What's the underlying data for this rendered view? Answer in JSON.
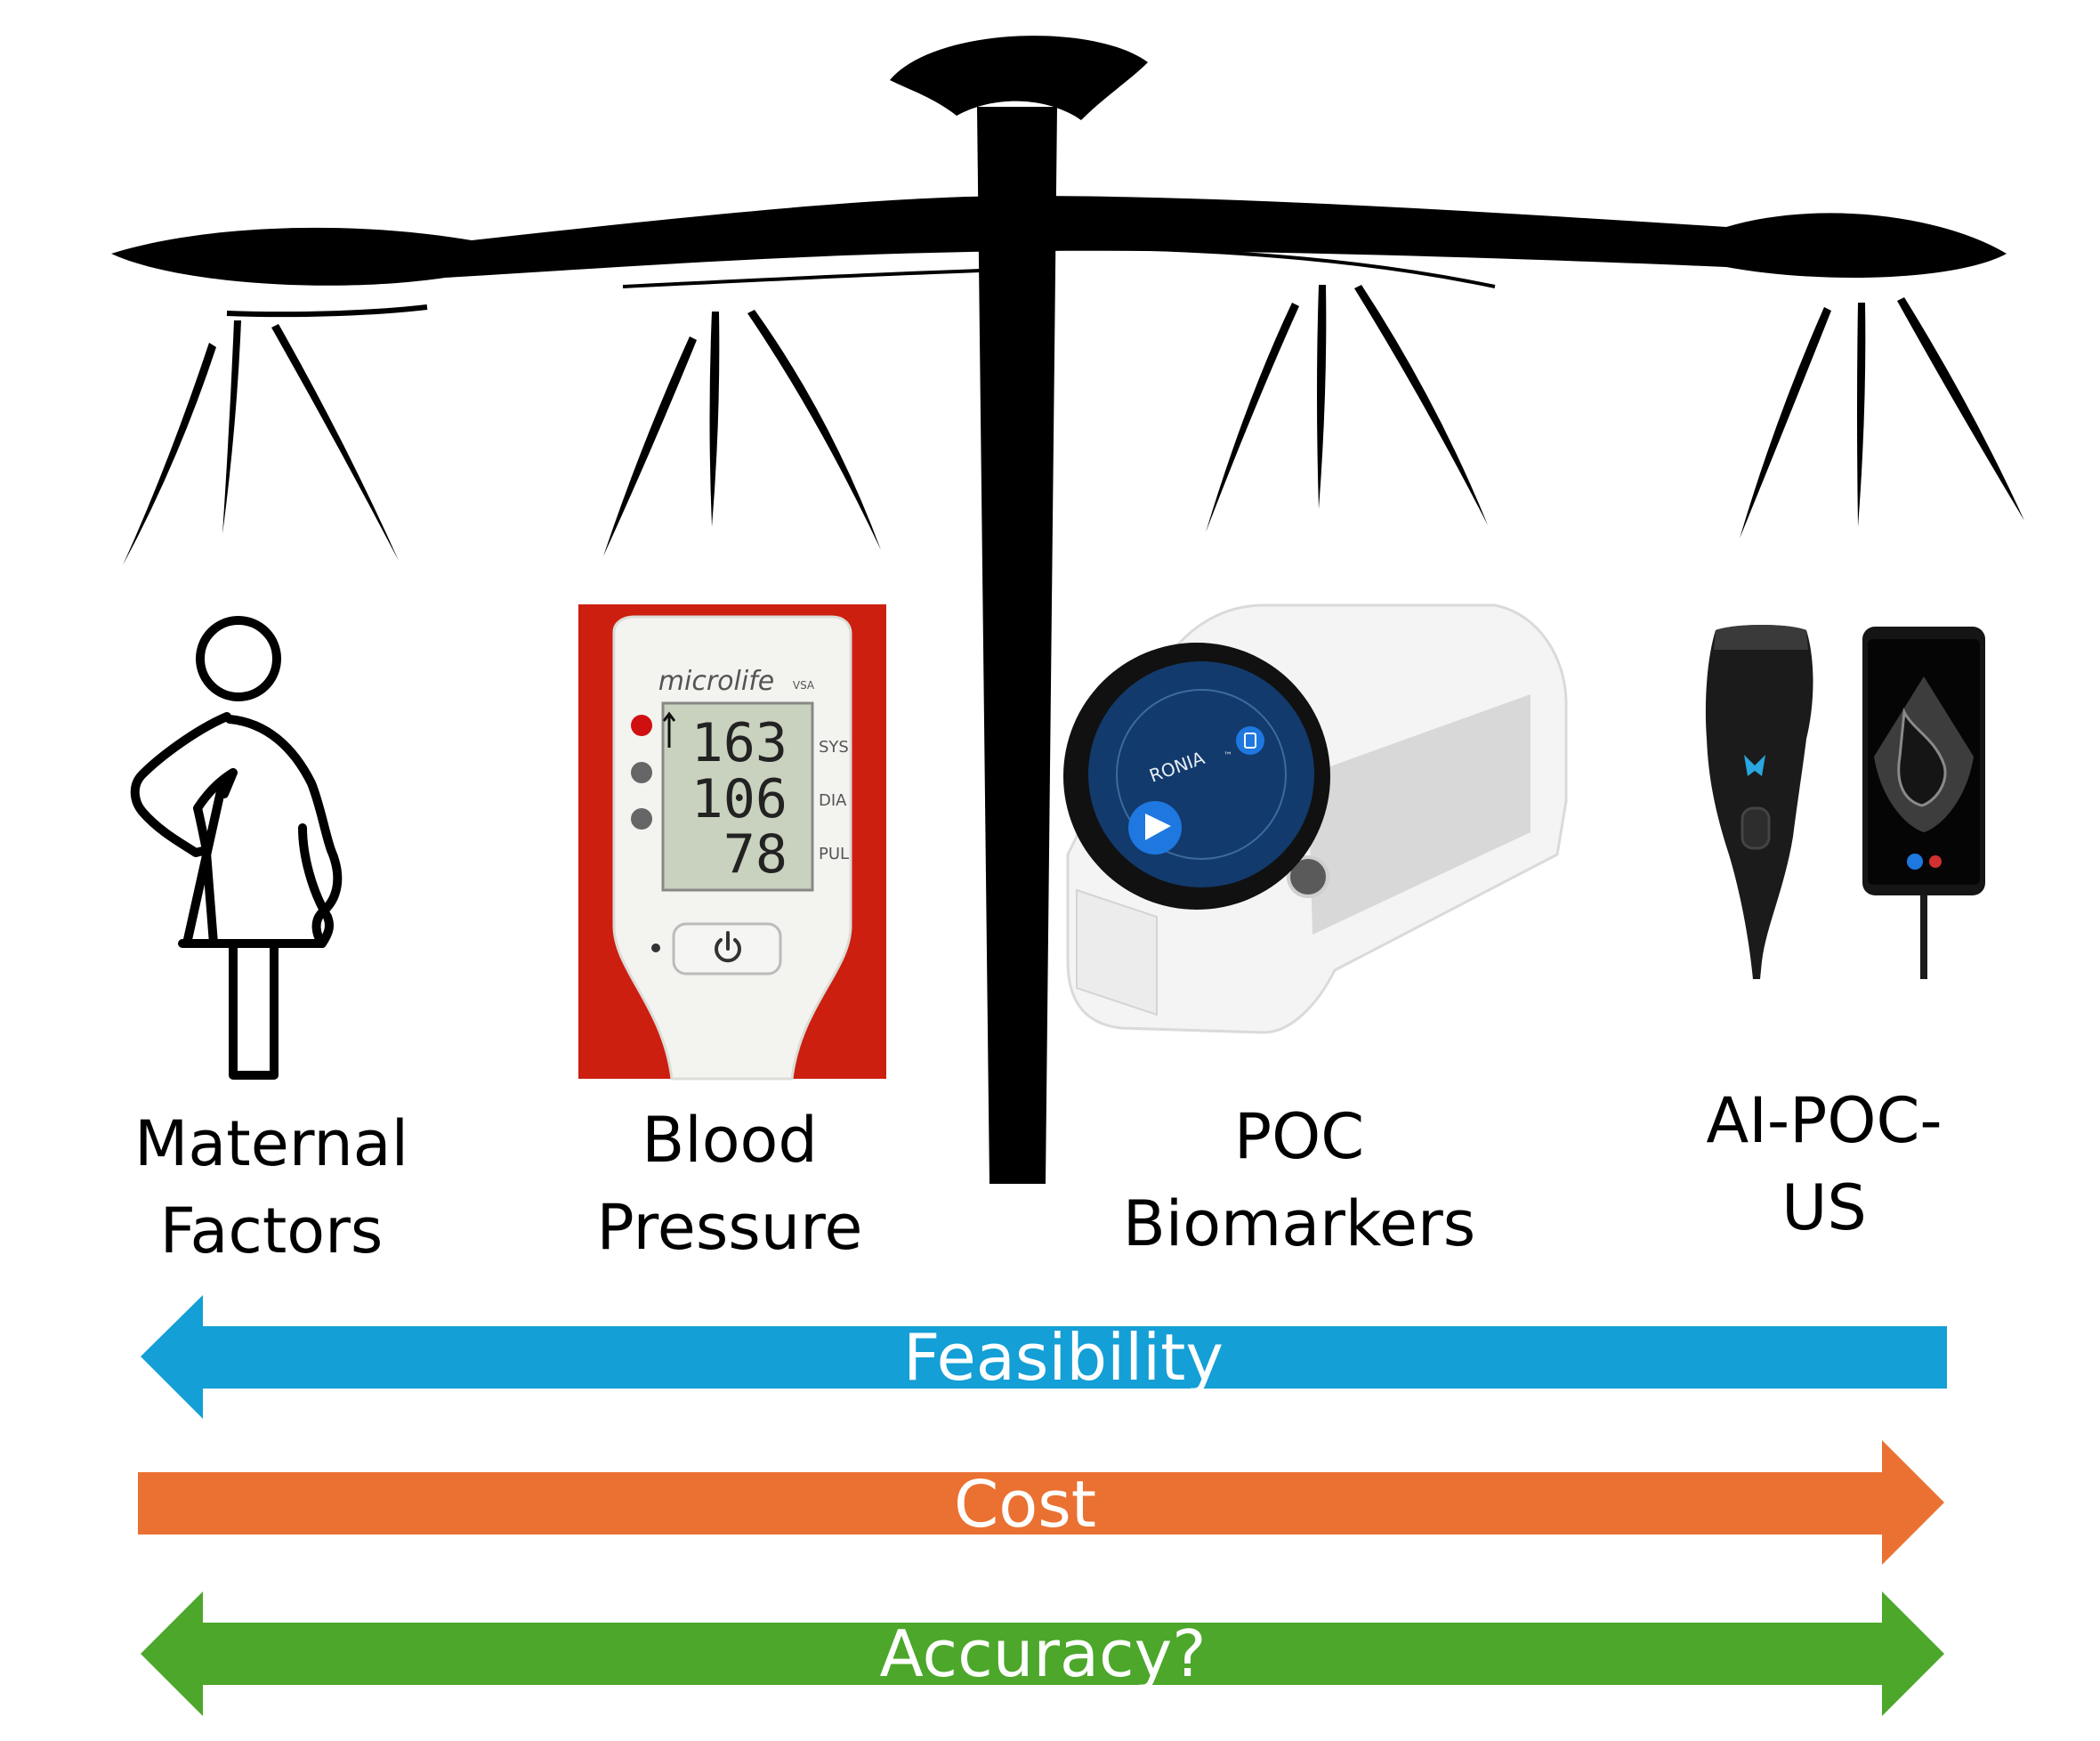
{
  "columns": [
    {
      "line1": "Maternal",
      "line2": "Factors"
    },
    {
      "line1": "Blood",
      "line2": "Pressure"
    },
    {
      "line1": "POC",
      "line2": "Biomarkers"
    },
    {
      "line1": "AI-POC-",
      "line2": "US"
    }
  ],
  "bp_monitor": {
    "brand": "microlife",
    "badge": "VSA",
    "sys_value": "163",
    "dia_value": "106",
    "pul_value": "78",
    "sys_label": "SYS",
    "dia_label": "DIA",
    "pul_label": "PUL"
  },
  "poc_device": {
    "name": "RONIA",
    "mark": "™"
  },
  "arrows": {
    "feasibility": {
      "label": "Feasibility",
      "color": "#149fd6",
      "direction": "left"
    },
    "cost": {
      "label": "Cost",
      "color": "#ea7132",
      "direction": "right"
    },
    "accuracy": {
      "label": "Accuracy?",
      "color": "#4ca72b",
      "direction": "both"
    }
  },
  "colors": {
    "scale": "#000000",
    "bp_frame": "#cc1f0f",
    "lcd": "#c9d2bf"
  }
}
